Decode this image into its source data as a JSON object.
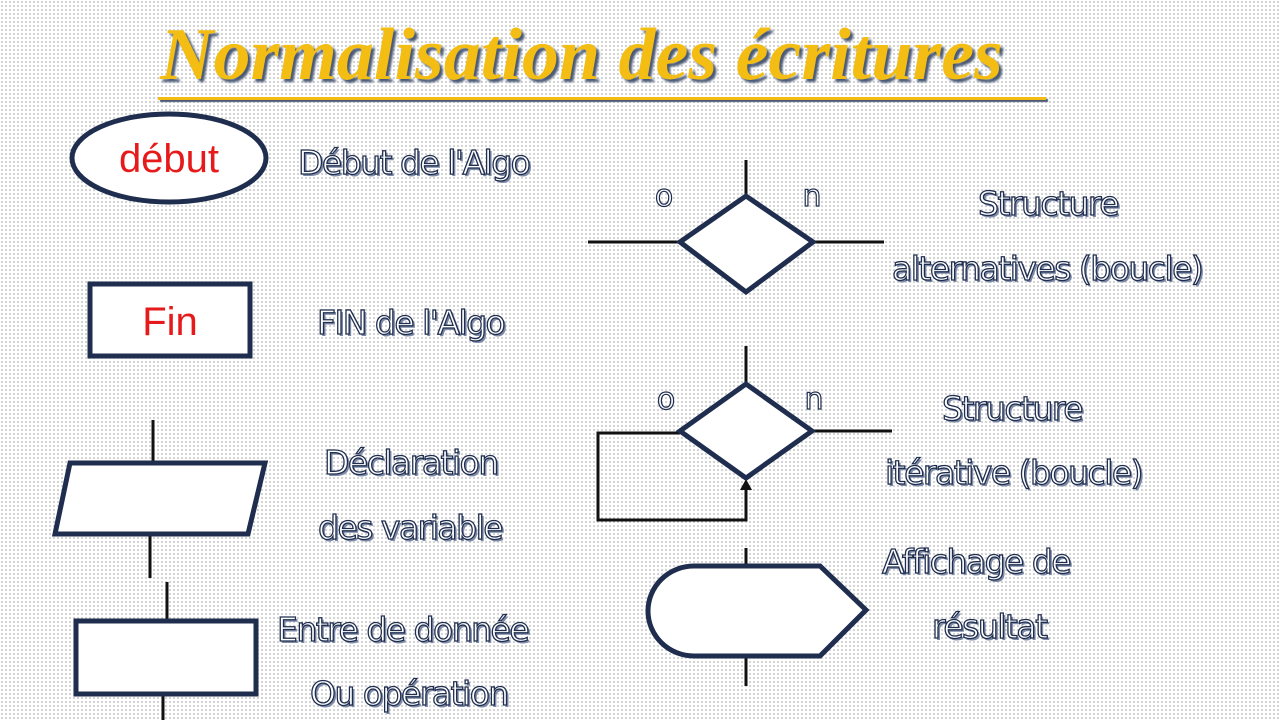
{
  "title": "Normalisation des écritures",
  "symbols": {
    "debut": {
      "text": "début",
      "label": "Début de l'Algo"
    },
    "fin": {
      "text": "Fin",
      "label": "FIN de l'Algo"
    },
    "declaration": {
      "label_line1": "Déclaration",
      "label_line2": "des variable"
    },
    "entree": {
      "label_line1": "Entre de donnée",
      "label_line2": "Ou opération"
    },
    "alternative": {
      "yes": "o",
      "no": "n",
      "label_line1": "Structure",
      "label_line2": "alternatives (boucle)"
    },
    "iterative": {
      "yes": "o",
      "no": "n",
      "label_line1": "Structure",
      "label_line2": "itérative (boucle)"
    },
    "affichage": {
      "label_line1": "Affichage de",
      "label_line2": "résultat"
    }
  },
  "colors": {
    "title": "#f3bd13",
    "symbol_text": "#e61a1a",
    "shape_stroke": "#1f2d4e",
    "label_outline": "#1f2d4e"
  }
}
